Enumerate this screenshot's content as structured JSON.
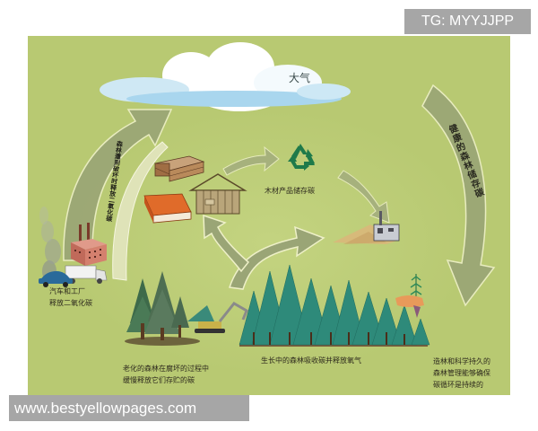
{
  "watermarks": {
    "top": "TG: MYYJJPP",
    "bottom": "www.bestyellowpages.com"
  },
  "diagram": {
    "background_color": "#b8c972",
    "arrow_color": "#9aa576",
    "tree_color": "#2e8a7a",
    "cloud": {
      "label": "大气",
      "icon": "cloud-icon"
    },
    "right_arrow": {
      "label": "健康的森林储存碳",
      "icon": "curved-arrow-down-icon"
    },
    "left_arrow": {
      "label": "森林遭到破坏时释放二氧化碳",
      "icon": "curved-arrow-up-icon"
    },
    "wood_products": {
      "label": "木材产品储存碳",
      "icons": [
        "lumber-icon",
        "wooden-house-icon",
        "book-icon",
        "recycle-icon",
        "sawdust-mill-icon"
      ]
    },
    "emissions": {
      "label_line1": "汽车和工厂",
      "label_line2": "释放二氧化碳",
      "icons": [
        "smoke-icon",
        "factory-icon",
        "car-icon",
        "truck-icon"
      ]
    },
    "old_forest": {
      "label_line1": "老化的森林在腐坏的过程中",
      "label_line2": "缓慢释放它们存贮的碳",
      "icons": [
        "old-trees-icon",
        "excavator-icon"
      ]
    },
    "growing_forest": {
      "label": "生长中的森林吸收碳并释放氧气",
      "icon": "forest-icon"
    },
    "sustainable": {
      "label_line1": "造林和科学持久的",
      "label_line2": "森林管理能够确保",
      "label_line3": "碳循环是持续的",
      "icon": "hand-seedling-icon"
    }
  }
}
